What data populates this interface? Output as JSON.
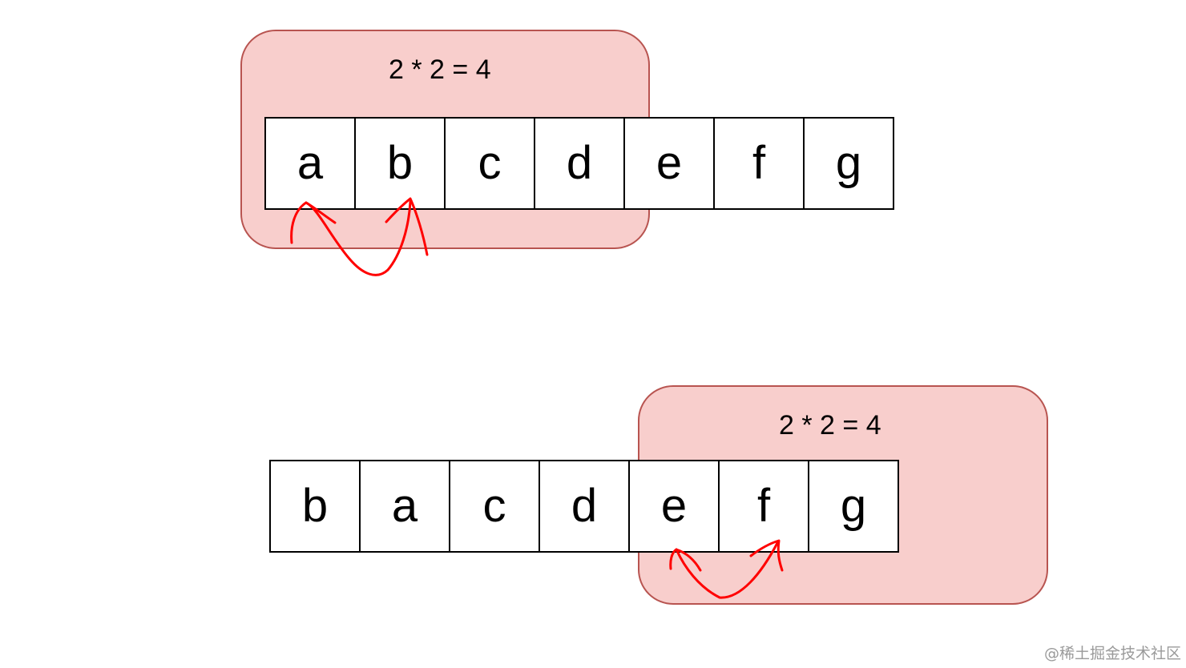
{
  "diagrams": [
    {
      "window_label": "2 * 2 = 4",
      "cells": [
        "a",
        "b",
        "c",
        "d",
        "e",
        "f",
        "g"
      ]
    },
    {
      "window_label": "2 * 2 = 4",
      "cells": [
        "b",
        "a",
        "c",
        "d",
        "e",
        "f",
        "g"
      ]
    }
  ],
  "colors": {
    "window_fill": "#f8cecc",
    "window_stroke": "#b85450",
    "swap_arrow": "#ff0000",
    "cell_border": "#000000"
  },
  "icons": {
    "swap_arrows": "swap-arrows-icon"
  },
  "watermark": "@稀土掘金技术社区"
}
